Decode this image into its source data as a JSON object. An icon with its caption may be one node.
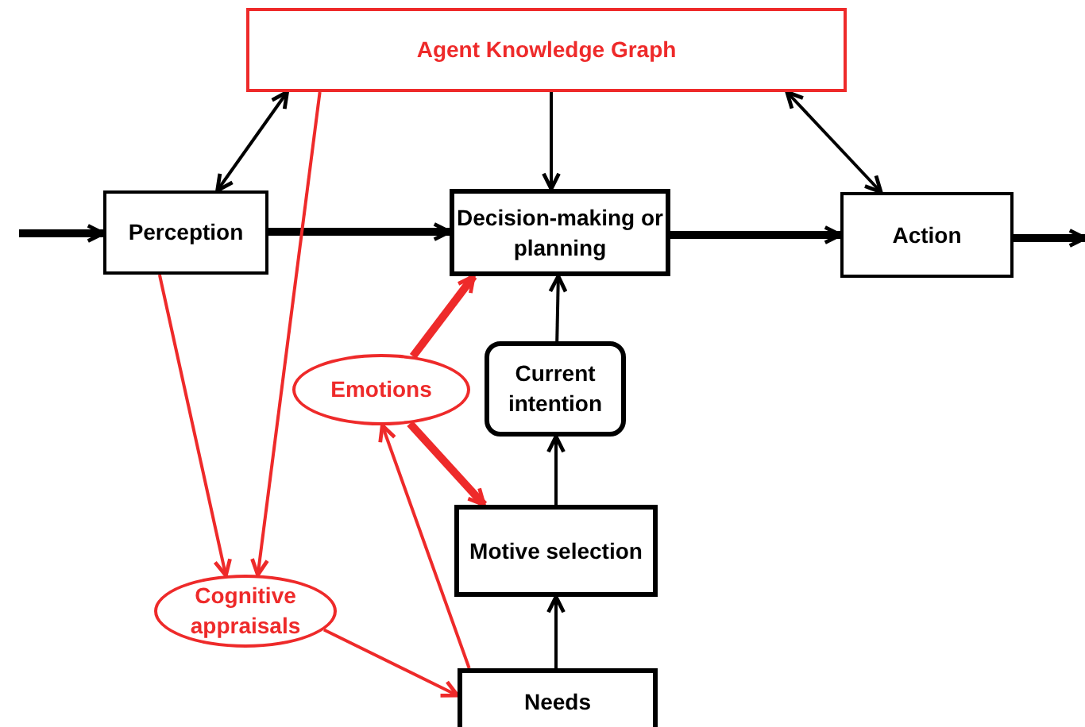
{
  "diagram": {
    "nodes": [
      {
        "text": [
          "Agent Knowledge Graph"
        ]
      },
      {
        "text": [
          "Perception"
        ]
      },
      {
        "text": [
          "Decision-making or planning"
        ]
      },
      {
        "text": [
          "Action"
        ]
      },
      {
        "text": [
          "Current intention"
        ]
      },
      {
        "text": [
          "Emotions"
        ]
      },
      {
        "text": [
          "Motive selection"
        ]
      },
      {
        "text": [
          "Cognitive appraisals"
        ]
      },
      {
        "text": [
          "Needs"
        ]
      }
    ],
    "edges": [
      {
        "from": null,
        "to": 1,
        "arrow": "to",
        "style": "thick"
      },
      {
        "from": 1,
        "to": 2,
        "arrow": "to",
        "style": "thick"
      },
      {
        "from": 2,
        "to": 3,
        "arrow": "to",
        "style": "thick"
      },
      {
        "from": 3,
        "to": null,
        "arrow": "to",
        "style": "thick"
      },
      {
        "from": 0,
        "to": 1,
        "arrow": "both"
      },
      {
        "from": 0,
        "to": 2,
        "arrow": "to"
      },
      {
        "from": 0,
        "to": 3,
        "arrow": "both"
      },
      {
        "from": 1,
        "to": 7,
        "arrow": "to",
        "color": "#ee2a2a"
      },
      {
        "from": 0,
        "to": 7,
        "arrow": "to",
        "color": "#ee2a2a"
      },
      {
        "from": 5,
        "to": 2,
        "arrow": "to",
        "style": "thick",
        "color": "#ee2a2a"
      },
      {
        "from": 5,
        "to": 6,
        "arrow": "to",
        "style": "thick",
        "color": "#ee2a2a"
      },
      {
        "from": 7,
        "to": 8,
        "arrow": "to",
        "color": "#ee2a2a"
      },
      {
        "from": 8,
        "to": 5,
        "arrow": "to",
        "color": "#ee2a2a"
      },
      {
        "from": 8,
        "to": 6,
        "arrow": "to"
      },
      {
        "from": 6,
        "to": 4,
        "arrow": "to"
      },
      {
        "from": 4,
        "to": 2,
        "arrow": "to"
      }
    ]
  }
}
